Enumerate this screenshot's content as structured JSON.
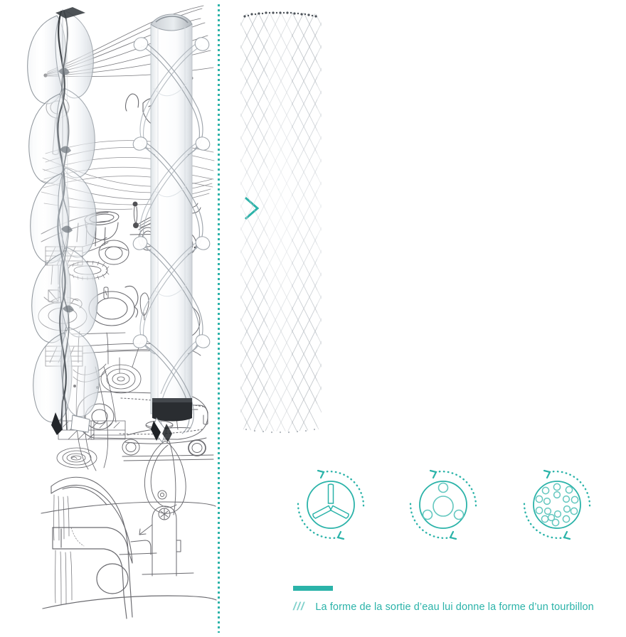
{
  "theme": {
    "accent_teal": "#2bb3a9",
    "accent_teal_light": "#7fd0cb",
    "background": "#ffffff",
    "sketch_ink": "#55555a"
  },
  "left_panel": {
    "name": "concept-sketch-sheet",
    "description": "Hand-drawn pencil sketches of faucet / tap concepts",
    "ink_color": "#55555a"
  },
  "divider": {
    "name": "dotted-vertical-divider",
    "color": "#2bb3a9",
    "style": "dotted"
  },
  "flow_arrow": {
    "name": "chevron-right-icon",
    "glyph": ">",
    "color": "#2bb3a9"
  },
  "renders": [
    {
      "id": "render-helix-blade",
      "label": "Twisted helical blade core",
      "material": "transparent glass / acrylic",
      "has_dark_tip": true
    },
    {
      "id": "render-tube-wrap",
      "label": "Cylinder with wrapped helical tubes",
      "material": "transparent glass / acrylic",
      "has_dark_base_ring": true
    },
    {
      "id": "render-diamond-mesh",
      "label": "Fine diamond-lattice mesh cylinder",
      "material": "woven mesh",
      "has_dark_tip": false
    }
  ],
  "nozzle_icons": [
    {
      "id": "nozzle-three-spoke",
      "label": "Three-spoke vane outlet",
      "pattern": "3-spoke",
      "hole_count": 0,
      "rotation_arrows": true
    },
    {
      "id": "nozzle-three-hole",
      "label": "Three-hole outlet with central bore",
      "pattern": "3-hole + center",
      "hole_count": 3,
      "rotation_arrows": true
    },
    {
      "id": "nozzle-multi-hole",
      "label": "Multi-hole ring outlet",
      "pattern": "ring of small holes",
      "hole_count": 17,
      "rotation_arrows": true
    }
  ],
  "caption": {
    "accent_bar": "",
    "slashes": "///",
    "text": "La forme de la sortie d’eau lui donne la forme d’un tourbillon"
  }
}
